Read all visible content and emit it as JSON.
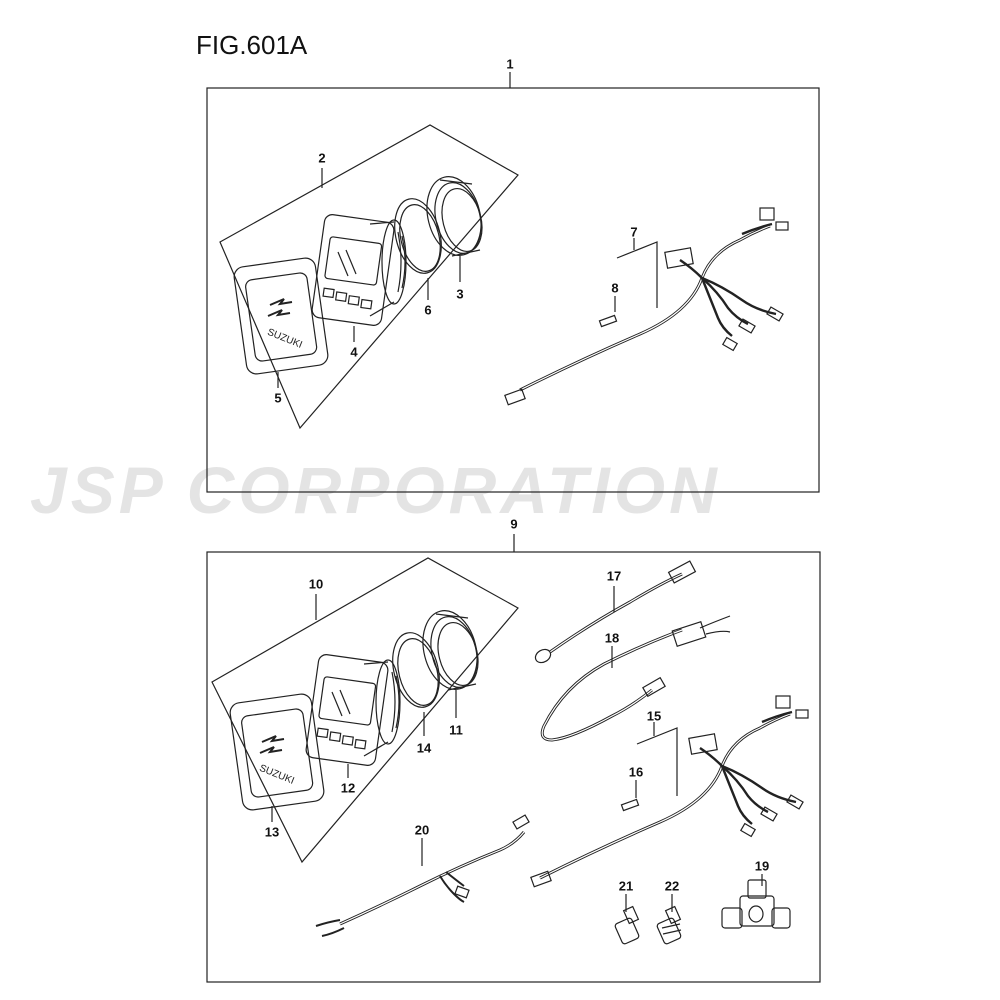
{
  "figure": {
    "title": "FIG.601A",
    "watermark": "JSP CORPORATION",
    "logo_text": "SUZUKI"
  },
  "callouts": [
    "1",
    "2",
    "3",
    "4",
    "5",
    "6",
    "7",
    "8",
    "9",
    "10",
    "11",
    "12",
    "13",
    "14",
    "15",
    "16",
    "17",
    "18",
    "19",
    "20",
    "21",
    "22"
  ]
}
